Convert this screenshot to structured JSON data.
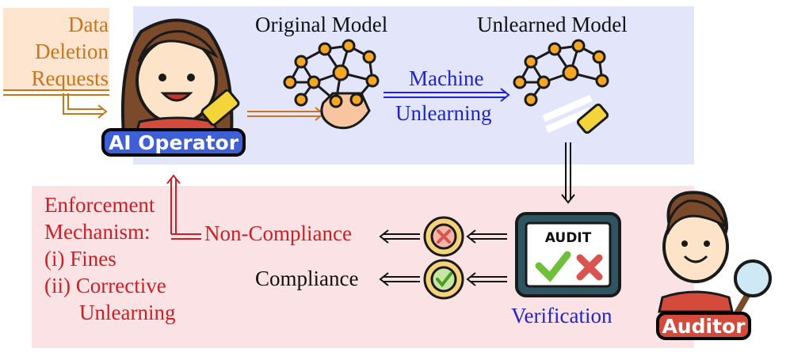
{
  "request_lines": [
    "Data",
    "Deletion",
    "Requests"
  ],
  "operator_label": "AI Operator",
  "original_model_label": "Original Model",
  "unlearned_model_label": "Unlearned Model",
  "process_lines": [
    "Machine",
    "Unlearning"
  ],
  "audit_label": "AUDIT",
  "verification_label": "Verification",
  "auditor_label": "Auditor",
  "non_compliance_label": "Non-Compliance",
  "compliance_label": "Compliance",
  "enforcement_lines": [
    "Enforcement",
    "Mechanism:",
    "(i) Fines",
    "(ii) Corrective",
    "Unlearning"
  ],
  "colors": {
    "top_panel": "#e3e5fb",
    "bottom_panel": "#fbe2e4",
    "request_panel": "#fde5cf",
    "blue_text": "#1f25c9",
    "red_text": "#cc1f24",
    "orange_text": "#c7761b"
  }
}
